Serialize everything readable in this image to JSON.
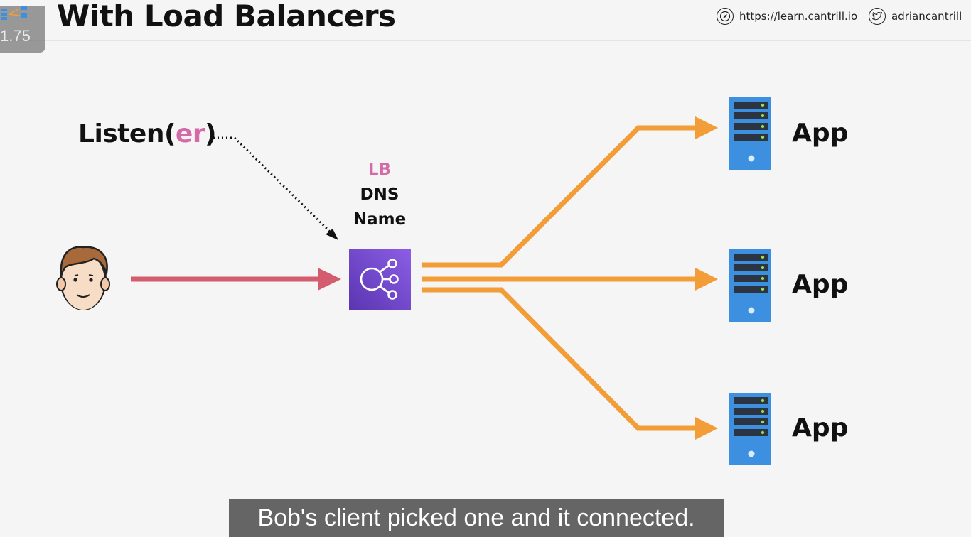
{
  "header": {
    "title": "With Load Balancers",
    "speed": "1.75",
    "website_url": "https://learn.cantrill.io",
    "twitter_handle": "adriancantrill",
    "website_icon": "compass-icon",
    "twitter_icon": "twitter-bird-icon"
  },
  "diagram": {
    "listener_label_main": "Listen",
    "listener_label_paren_open": "(",
    "listener_label_accent": "er",
    "listener_label_paren_close": ")",
    "lb_label_line1": "LB",
    "lb_label_line2": "DNS",
    "lb_label_line3": "Name",
    "apps": [
      {
        "label": "App"
      },
      {
        "label": "App"
      },
      {
        "label": "App"
      }
    ],
    "user_icon": "person-face-icon",
    "lb_icon": "elastic-load-balancer-icon",
    "server_icon": "server-icon",
    "colors": {
      "accent_pink": "#d46aa6",
      "user_arrow": "#d35d6e",
      "lb_purple": "#7b4fd6",
      "lb_purple_dark": "#5a35b0",
      "route_orange": "#f29d38",
      "server_blue": "#3d8fe0",
      "server_led": "#8ee04a"
    }
  },
  "caption": {
    "text": "Bob's client picked one and it connected."
  }
}
